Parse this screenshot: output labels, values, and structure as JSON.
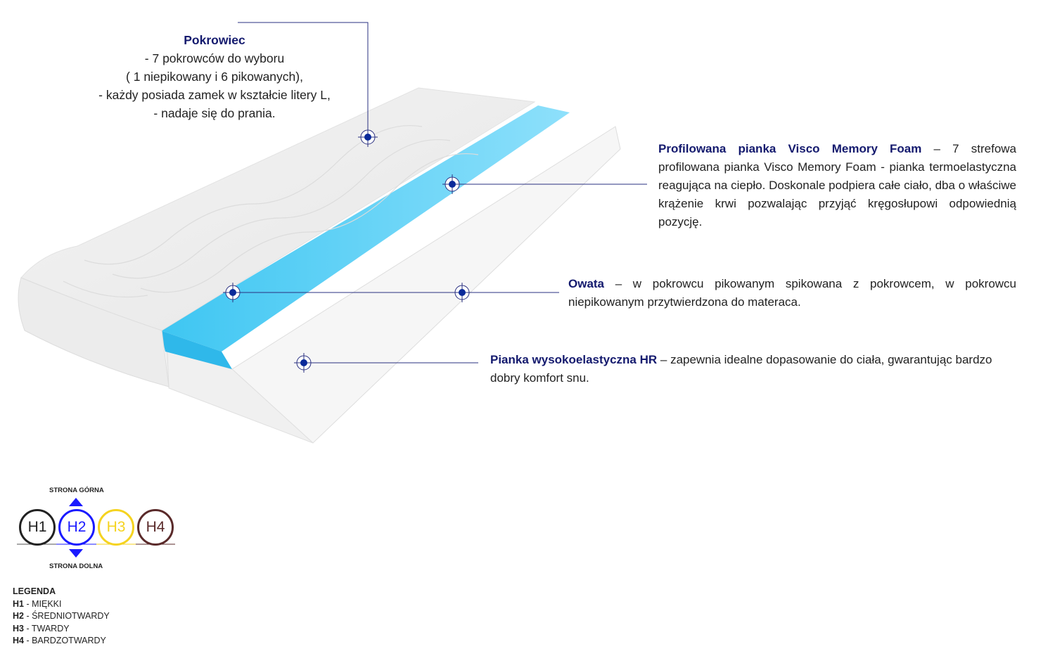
{
  "cover": {
    "title": "Pokrowiec",
    "lines": [
      "- 7 pokrowców do wyboru",
      "( 1 niepikowany i 6 pikowanych),",
      "-  każdy posiada zamek w kształcie litery L,",
      "- nadaje się do prania."
    ]
  },
  "visco": {
    "title": "Profilowana pianka Visco Memory Foam",
    "text": " – 7 strefowa profilowana pianka Visco Memory Foam - pianka termoelastyczna reagująca na ciepło.  Doskonale podpiera całe ciało, dba o właściwe krążenie krwi pozwalając przyjąć kręgosłupowi odpowiednią pozycję."
  },
  "owata": {
    "title": "Owata",
    "text": " – w pokrowcu pikowanym spikowana z pokrowcem, w pokrowcu niepikowanym przytwierdzona do materaca."
  },
  "hr": {
    "title": "Pianka wysokoelastyczna HR",
    "text": " – zapewnia idealne dopasowanie do ciała, gwarantując bardzo dobry komfort snu."
  },
  "hardness": {
    "top_label": "STRONA GÓRNA",
    "bottom_label": "STRONA DOLNA",
    "levels": [
      {
        "code": "H1",
        "color": "#222222"
      },
      {
        "code": "H2",
        "color": "#1a1aff"
      },
      {
        "code": "H3",
        "color": "#f5d320"
      },
      {
        "code": "H4",
        "color": "#5a2a2a"
      }
    ]
  },
  "legend": {
    "title": "LEGENDA",
    "items": [
      {
        "code": "H1",
        "label": " - MIĘKKI"
      },
      {
        "code": "H2",
        "label": " - ŚREDNIOTWARDY"
      },
      {
        "code": "H3",
        "label": " - TWARDY"
      },
      {
        "code": "H4",
        "label": " - BARDZOTWARDY"
      }
    ]
  },
  "colors": {
    "accent": "#141a6e",
    "foam": "#3cc4f0",
    "line": "#2a3080"
  }
}
